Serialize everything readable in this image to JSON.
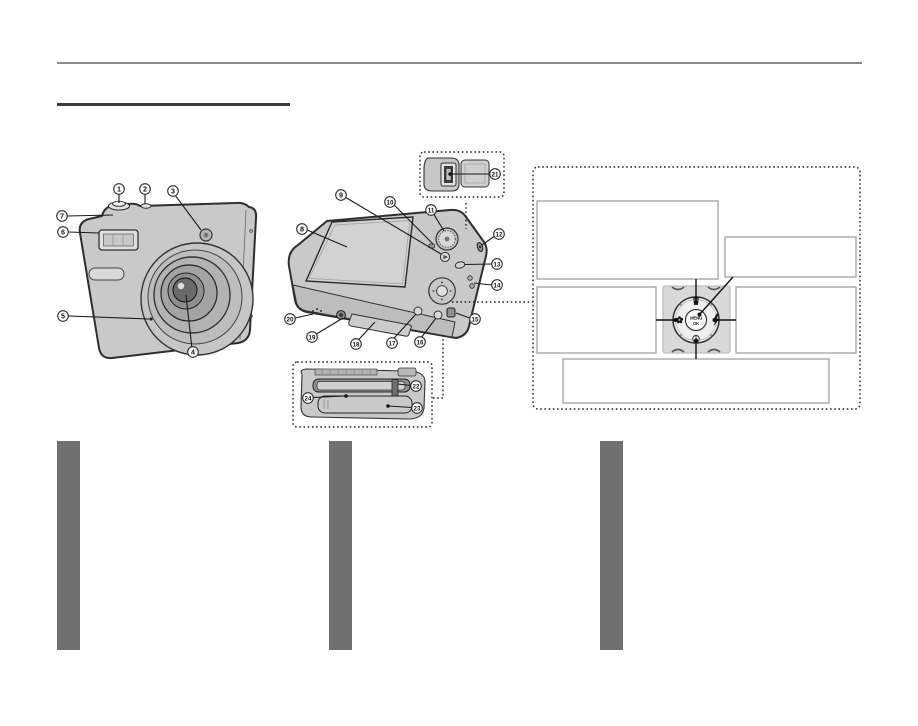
{
  "colors": {
    "top_rule": "#8a8a8a",
    "title_rule": "#3a3a3a",
    "bar": "#707070",
    "outline": "#2e2e2e",
    "body_fill": "#c9c9c9",
    "screen_fill": "#d2d2d2",
    "pad_bg": "#d9d9d9",
    "box_border": "#9a9a9a"
  },
  "callouts": {
    "front": [
      "1",
      "2",
      "3",
      "4",
      "5",
      "6",
      "7"
    ],
    "back": [
      "8",
      "9",
      "10",
      "11",
      "12",
      "13",
      "14",
      "15",
      "16",
      "17",
      "18",
      "19",
      "20"
    ],
    "top_inset": [
      "21"
    ],
    "bottom_inset": [
      "22",
      "23",
      "24"
    ]
  },
  "control_pad": {
    "menu_label": "MENU",
    "ok_label": "OK"
  }
}
